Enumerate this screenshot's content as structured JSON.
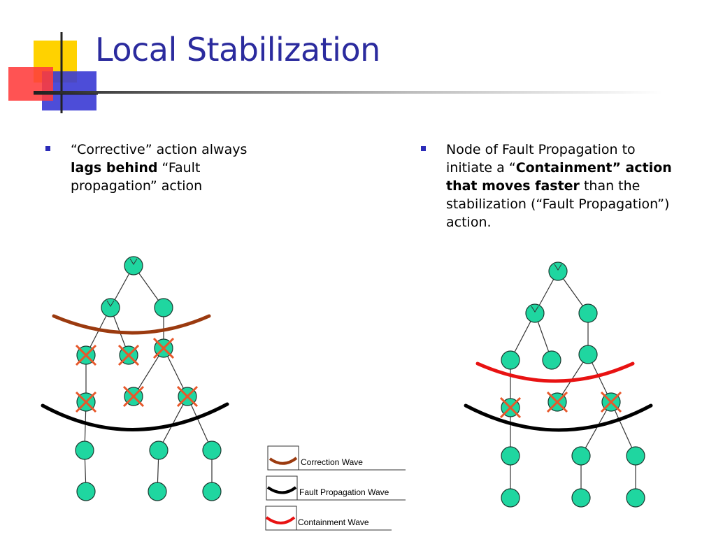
{
  "slide": {
    "title": "Local Stabilization"
  },
  "bullets": {
    "left": {
      "part1": "“Corrective” action always ",
      "bold": "lags behind",
      "part2": " “Fault propagation” action"
    },
    "right": {
      "part1": "Node of Fault Propagation to initiate a “",
      "bold": "Containment” action that moves faster",
      "part2": " than the stabilization (“Fault Propagation”) action."
    }
  },
  "legend": {
    "correction": "Correction Wave",
    "fault": "Fault Propagation Wave",
    "containment": "Containment Wave"
  },
  "colors": {
    "title": "#2b2b9e",
    "node_fill": "#1fd6a0",
    "cross": "#e8572a",
    "correction_wave": "#9b3a0f",
    "fault_wave": "#000000",
    "containment_wave": "#e81212",
    "bullet": "#2b2bb8"
  }
}
